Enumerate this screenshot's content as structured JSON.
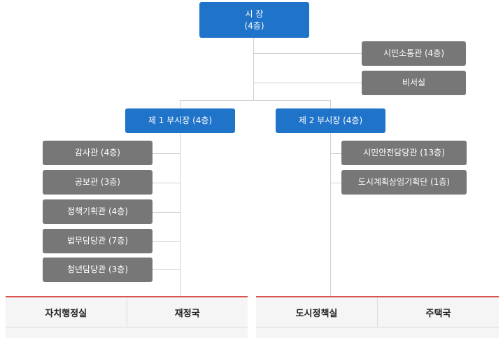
{
  "mayor": {
    "title": "시 장",
    "floor": "(4층)"
  },
  "mayor_staff": [
    "시민소통관 (4층)",
    "비서실"
  ],
  "deputy1": {
    "title": "제 1 부시장 (4층)",
    "offices": [
      "감사관 (4층)",
      "공보관 (3층)",
      "정책기획관 (4층)",
      "법무담당관 (7층)",
      "청년담당관 (3층)"
    ]
  },
  "deputy2": {
    "title": "제 2 부시장 (4층)",
    "offices": [
      "시민안전담당관 (13층)",
      "도시계획상임기획단 (1층)"
    ]
  },
  "bottom_left": [
    "자치행정실",
    "재정국"
  ],
  "bottom_right": [
    "도시정책실",
    "주택국"
  ]
}
